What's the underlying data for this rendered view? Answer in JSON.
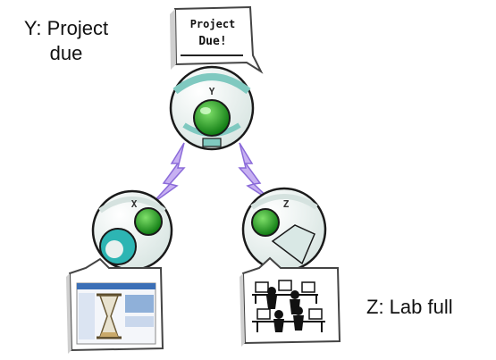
{
  "labels": {
    "y_text": "Y: Project due",
    "z_text": "Z: Lab full"
  },
  "speech_bubble": {
    "line1": "Project",
    "line2": "Due!"
  },
  "nodes": {
    "top": {
      "letter": "Y"
    },
    "left": {
      "letter": "X"
    },
    "right": {
      "letter": "Z"
    }
  },
  "colors": {
    "eye_green": "#1fa61a",
    "robot_body": "#e9f1ef",
    "robot_teal": "#7fc9c0",
    "left_pupil": "#2db5b3",
    "arrow_purple": "#c7b0f2",
    "arrow_stroke": "#8b6bd9",
    "outline": "#1a1a1a"
  },
  "icons": {
    "left_picture": "hourglass-on-screen-icon",
    "right_picture": "crowded-computer-lab-icon"
  }
}
